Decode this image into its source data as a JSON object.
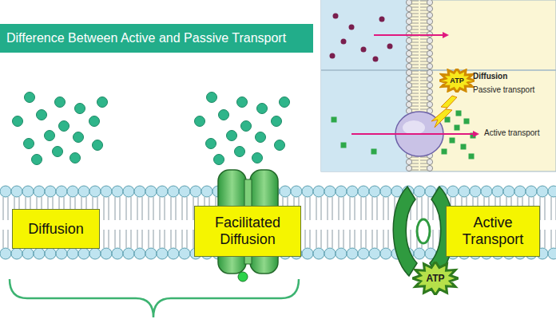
{
  "diagram": {
    "title": "Difference Between Active and Passive Transport",
    "nodes": [
      {
        "text": [
          "ATP"
        ]
      },
      {
        "text": [
          "Diffusion"
        ]
      },
      {
        "text": [
          "Facilitated Diffusion"
        ]
      },
      {
        "text": [
          "Active Transport"
        ]
      },
      {
        "text": [
          "ATP"
        ]
      }
    ],
    "labels": [
      "Diffusion",
      "Passive transport",
      "Active transport"
    ]
  }
}
